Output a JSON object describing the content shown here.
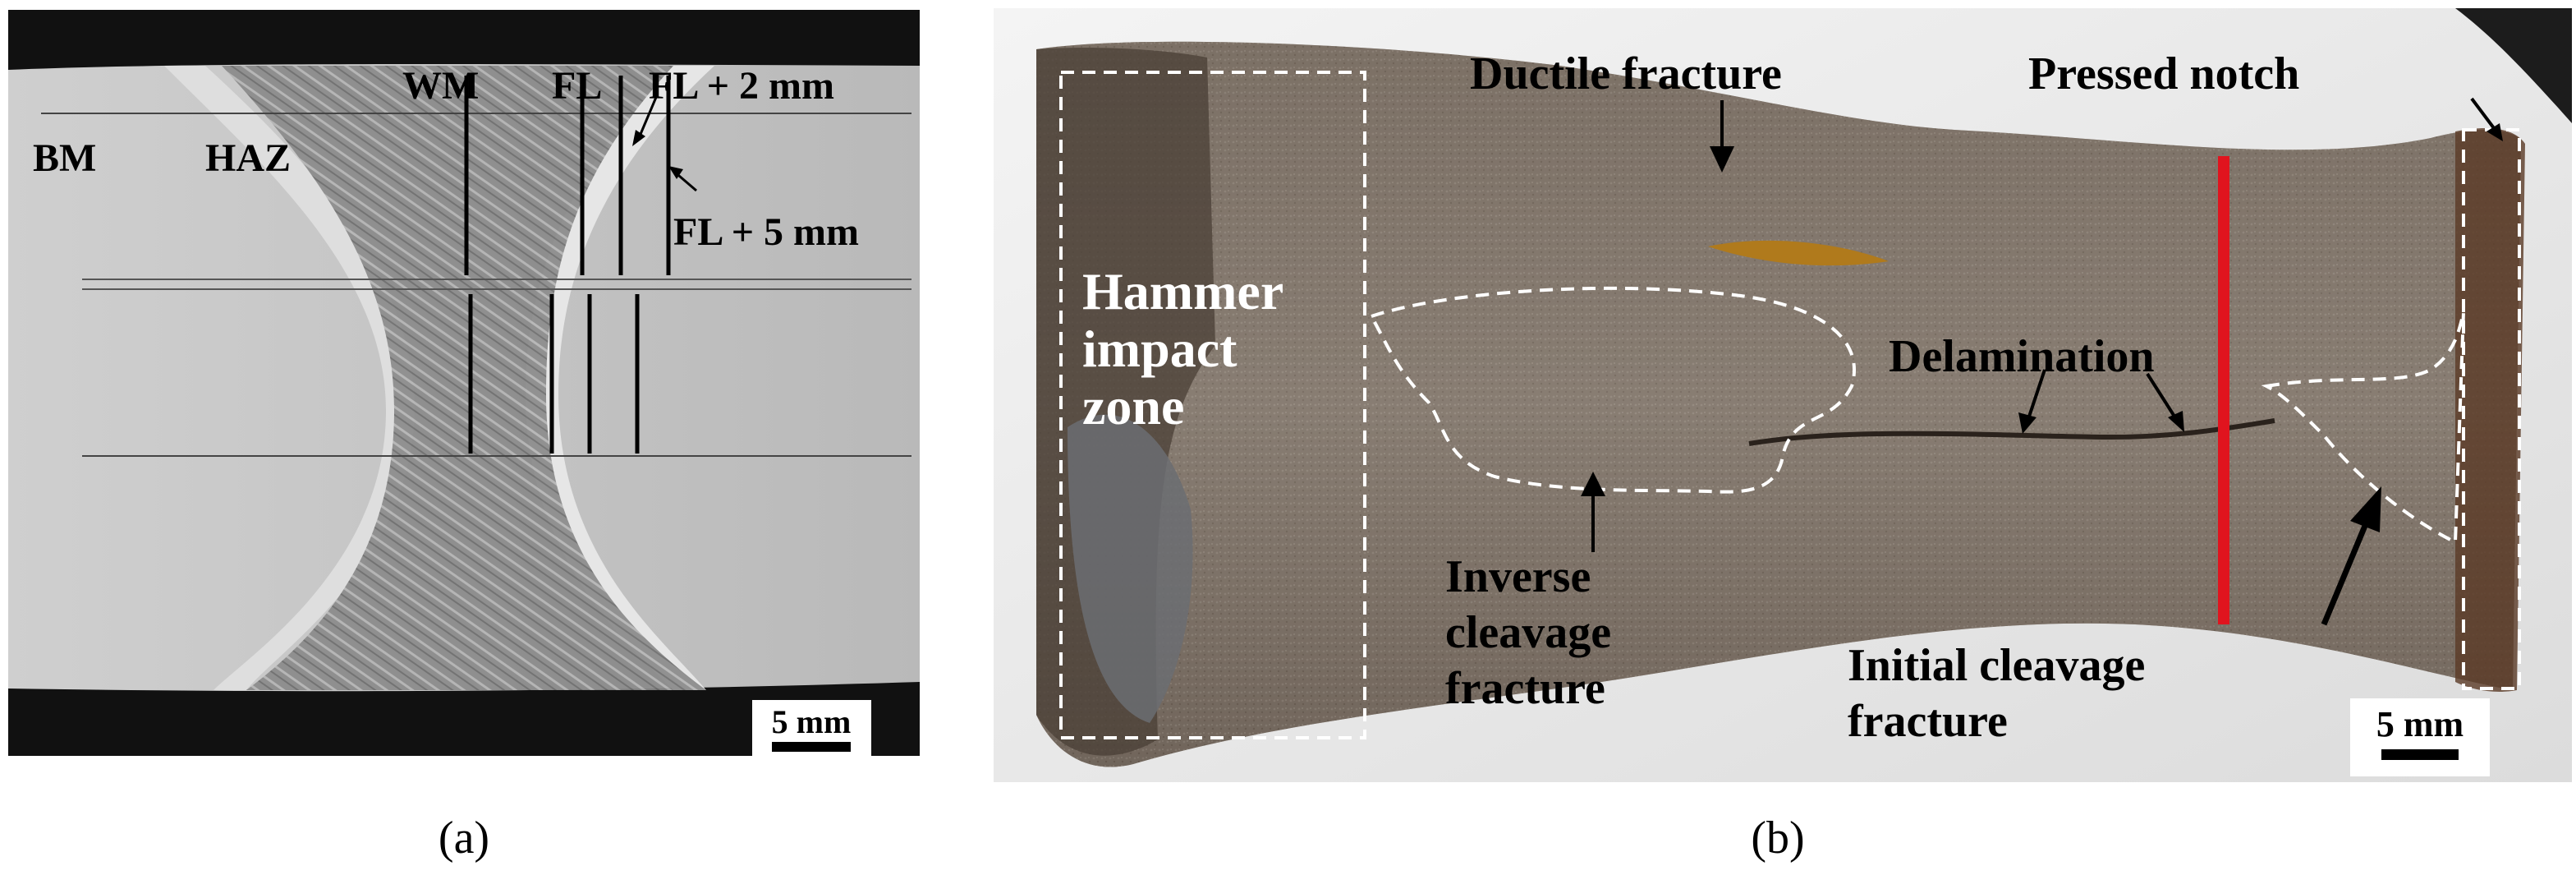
{
  "panel_a": {
    "caption": "(a)",
    "labels": {
      "bm": "BM",
      "haz": "HAZ",
      "wm": "WM",
      "fl": "FL",
      "fl_plus_2": "FL + 2 mm",
      "fl_plus_5": "FL + 5 mm"
    },
    "scale_bar": "5 mm"
  },
  "panel_b": {
    "caption": "(b)",
    "labels": {
      "ductile_fracture": "Ductile fracture",
      "pressed_notch": "Pressed notch",
      "hammer_line1": "Hammer",
      "hammer_line2": "impact",
      "hammer_line3": "zone",
      "delamination": "Delamination",
      "inverse_line1": "Inverse",
      "inverse_line2": "cleavage",
      "inverse_line3": "fracture",
      "initial_line1": "Initial cleavage",
      "initial_line2": "fracture"
    },
    "scale_bar": "5 mm"
  },
  "colors": {
    "notch_line": "#e0141e",
    "dashed_outline": "#ffffff"
  }
}
